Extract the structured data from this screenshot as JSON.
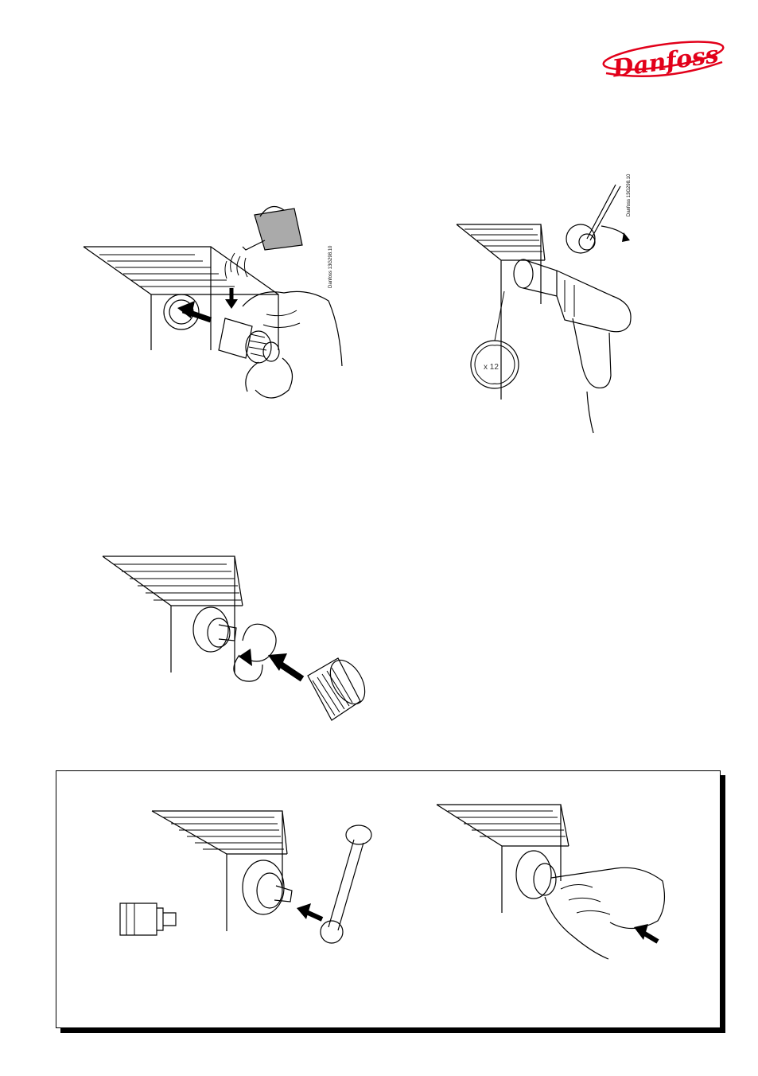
{
  "brand": {
    "name": "Danfoss",
    "color": "#e2001a"
  },
  "figures": {
    "fig1": {
      "code": "Danfoss 13G298.10"
    },
    "fig2": {
      "code": "Danfoss 13G298.10",
      "socket_label": "x 12"
    },
    "fig3": {},
    "fig4": {},
    "fig5": {}
  }
}
